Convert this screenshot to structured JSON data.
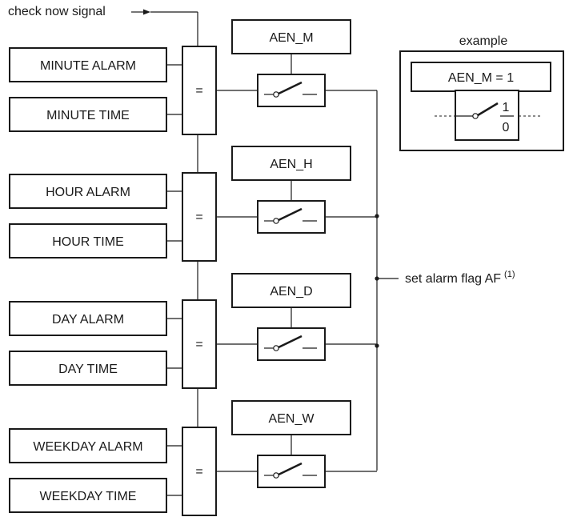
{
  "check_signal_label": "check now signal",
  "set_flag_label": "set alarm flag AF",
  "set_flag_superscript": "(1)",
  "comparator_symbol": "=",
  "example": {
    "title": "example",
    "enable_label": "AEN_M = 1",
    "pos_1": "1",
    "pos_0": "0"
  },
  "groups": [
    {
      "id": "minute",
      "alarm": "MINUTE ALARM",
      "time": "MINUTE TIME",
      "enable": "AEN_M"
    },
    {
      "id": "hour",
      "alarm": "HOUR ALARM",
      "time": "HOUR TIME",
      "enable": "AEN_H"
    },
    {
      "id": "day",
      "alarm": "DAY ALARM",
      "time": "DAY TIME",
      "enable": "AEN_D"
    },
    {
      "id": "weekday",
      "alarm": "WEEKDAY ALARM",
      "time": "WEEKDAY TIME",
      "enable": "AEN_W"
    }
  ]
}
